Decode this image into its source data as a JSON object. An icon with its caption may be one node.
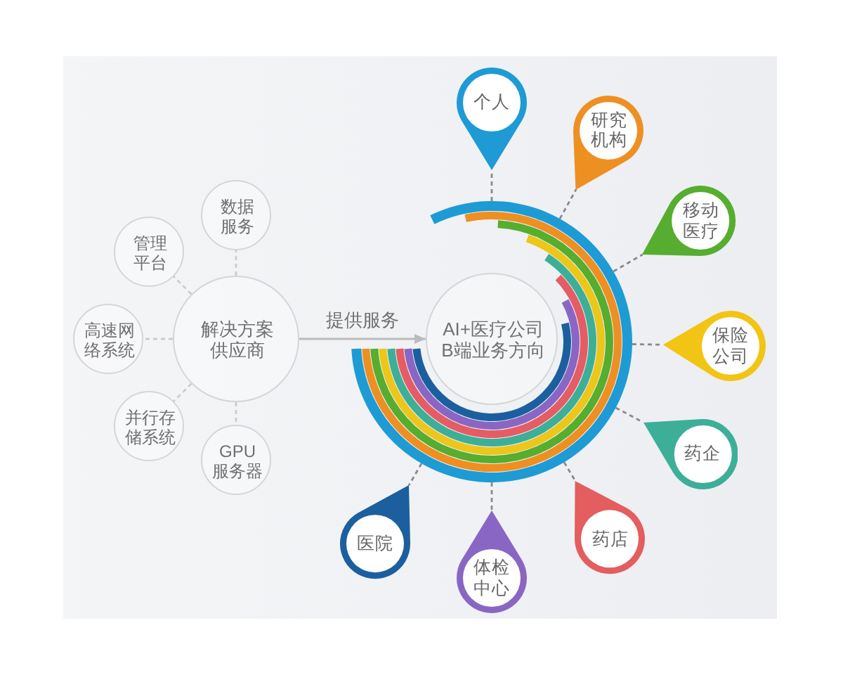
{
  "diagram": {
    "nodes": [
      {
        "text": [
          "解决方案供应商"
        ]
      },
      {
        "text": [
          "数据服务"
        ]
      },
      {
        "text": [
          "管理平台"
        ]
      },
      {
        "text": [
          "高速网络系统"
        ]
      },
      {
        "text": [
          "并行存储系统"
        ]
      },
      {
        "text": [
          "GPU服务器"
        ]
      },
      {
        "text": [],
        "shape": "ring"
      },
      {
        "text": [
          "AI+医疗公司B端业务方向"
        ],
        "in": 6
      },
      {
        "text": [
          "个人"
        ]
      },
      {
        "text": [
          "研究机构"
        ]
      },
      {
        "text": [
          "移动医疗"
        ]
      },
      {
        "text": [
          "保险公司"
        ]
      },
      {
        "text": [
          "药企"
        ]
      },
      {
        "text": [
          "药店"
        ]
      },
      {
        "text": [
          "体检中心"
        ]
      },
      {
        "text": [
          "医院"
        ]
      }
    ],
    "edges": [
      {
        "from": 0,
        "to": 1,
        "arrow": "none",
        "style": "dashed",
        "color": "#cccccc"
      },
      {
        "from": 0,
        "to": 2,
        "arrow": "none",
        "style": "dashed",
        "color": "#cccccc"
      },
      {
        "from": 0,
        "to": 3,
        "arrow": "none",
        "style": "dashed",
        "color": "#cccccc"
      },
      {
        "from": 0,
        "to": 4,
        "arrow": "none",
        "style": "dashed",
        "color": "#cccccc"
      },
      {
        "from": 0,
        "to": 5,
        "arrow": "none",
        "style": "dashed",
        "color": "#cccccc"
      },
      {
        "from": 0,
        "to": 7,
        "arrow": "to",
        "label": "提供服务",
        "color": "#bbbbbb"
      },
      {
        "from": 6,
        "to": 8,
        "arrow": "none",
        "style": "dashed"
      },
      {
        "from": 6,
        "to": 9,
        "arrow": "none",
        "style": "dashed"
      },
      {
        "from": 6,
        "to": 10,
        "arrow": "none",
        "style": "dashed"
      },
      {
        "from": 6,
        "to": 11,
        "arrow": "none",
        "style": "dashed"
      },
      {
        "from": 6,
        "to": 12,
        "arrow": "none",
        "style": "dashed"
      },
      {
        "from": 6,
        "to": 13,
        "arrow": "none",
        "style": "dashed"
      },
      {
        "from": 6,
        "to": 14,
        "arrow": "none",
        "style": "dashed"
      },
      {
        "from": 6,
        "to": 15,
        "arrow": "none",
        "style": "dashed"
      }
    ]
  }
}
